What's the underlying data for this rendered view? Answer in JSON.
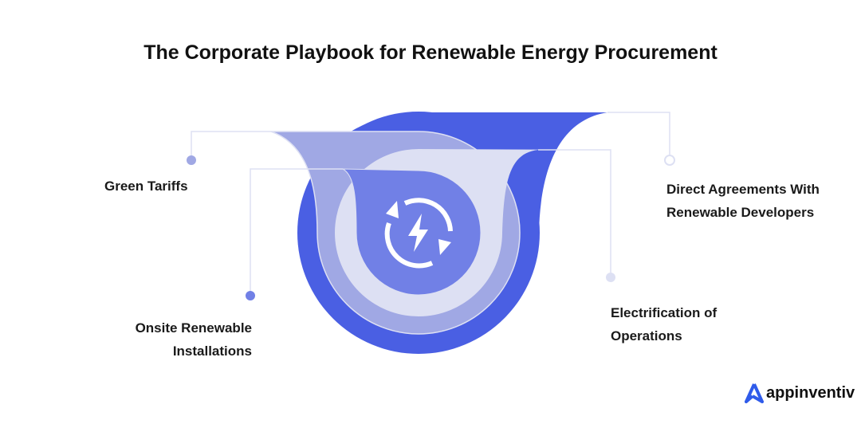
{
  "title": "The Corporate Playbook for Renewable Energy Procurement",
  "items": [
    {
      "label": "Green Tariffs"
    },
    {
      "label_line1": "Onsite Renewable",
      "label_line2": "Installations"
    },
    {
      "label_line1": "Direct Agreements With",
      "label_line2": "Renewable Developers"
    },
    {
      "label_line1": "Electrification of",
      "label_line2": "Operations"
    }
  ],
  "center_icon": "renewable-energy-cycle-icon",
  "brand": {
    "name": "appinventiv",
    "color": "#2F5BEA"
  },
  "colors": {
    "dark": "#4A5FE3",
    "mid": "#7180E6",
    "light": "#A0A8E4",
    "pale": "#DDE0F3"
  }
}
